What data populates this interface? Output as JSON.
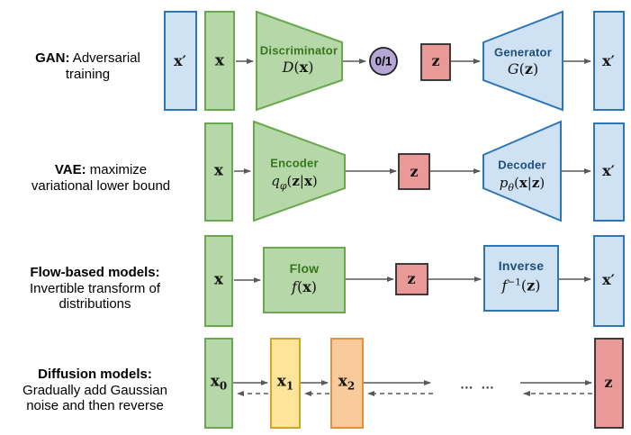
{
  "rows": {
    "gan": {
      "label": {
        "bold": "GAN:",
        "rest": " Adversarial",
        "line2": "training"
      },
      "x_prime_left": "x′",
      "x": "x",
      "discriminator": {
        "title": "Discriminator",
        "math": {
          "fn": "D",
          "open": "(",
          "arg": "x",
          "close": ")"
        }
      },
      "output": "0/1",
      "z": "z",
      "generator": {
        "title": "Generator",
        "math": {
          "fn": "G",
          "open": "(",
          "arg": "z",
          "close": ")"
        }
      },
      "x_prime_right": "x′"
    },
    "vae": {
      "label": {
        "bold": "VAE:",
        "rest": " maximize",
        "line2": "variational lower bound"
      },
      "x": "x",
      "encoder": {
        "title": "Encoder",
        "math": {
          "base": "q",
          "sub": "φ",
          "open": "(",
          "arg1": "z",
          "bar": "|",
          "arg2": "x",
          "close": ")"
        }
      },
      "z": "z",
      "decoder": {
        "title": "Decoder",
        "math": {
          "base": "p",
          "sub": "θ",
          "open": "(",
          "arg1": "x",
          "bar": "|",
          "arg2": "z",
          "close": ")"
        }
      },
      "x_prime": "x′"
    },
    "flow": {
      "label": {
        "bold": "Flow-based models:",
        "line2": "Invertible transform of",
        "line3": "distributions"
      },
      "x": "x",
      "flow": {
        "title": "Flow",
        "math": {
          "base": "f",
          "open": "(",
          "arg": "x",
          "close": ")"
        }
      },
      "z": "z",
      "inverse": {
        "title": "Inverse",
        "math": {
          "base": "f",
          "sup": "−1",
          "open": "(",
          "arg": "z",
          "close": ")"
        }
      },
      "x_prime": "x′"
    },
    "diffusion": {
      "label": {
        "bold": "Diffusion models:",
        "line2": "Gradually add Gaussian",
        "line3": "noise and then reverse"
      },
      "x0": {
        "base": "x",
        "sub": "0"
      },
      "x1": {
        "base": "x",
        "sub": "1"
      },
      "x2": {
        "base": "x",
        "sub": "2"
      },
      "dots": "… …",
      "z": "z"
    }
  },
  "colors": {
    "green_fill": "#b6d7a8",
    "green_border": "#6aa84f",
    "green_text": "#38761d",
    "blue_fill": "#cfe2f3",
    "blue_border": "#2e75b6",
    "blue_text": "#1f4e79",
    "red_fill": "#ea9999",
    "red_border": "#2b2b2b",
    "purple_fill": "#b4a7d6",
    "purple_border": "#1f1f1f",
    "yellow_fill": "#ffe599",
    "yellow_border": "#d4a427",
    "orange_fill": "#f9cb9c",
    "orange_border": "#e69138",
    "arrow": "#595959"
  }
}
